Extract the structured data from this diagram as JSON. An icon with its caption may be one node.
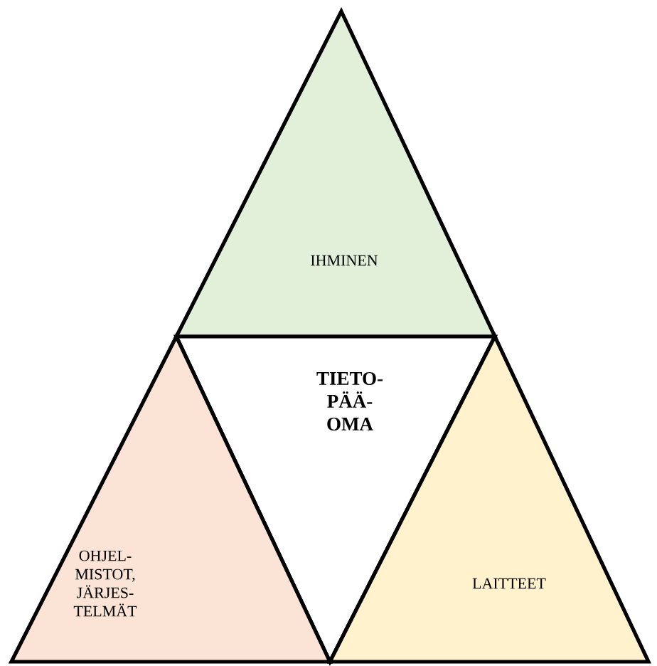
{
  "diagram": {
    "nodes": [
      {
        "text": [
          "IHMINEN"
        ]
      },
      {
        "text": [
          "TIETO- PÄÄ- OMA"
        ]
      },
      {
        "text": [
          "OHJEL- MISTOT, JÄRJES- TELMÄT"
        ]
      },
      {
        "text": [
          "LAITTEET"
        ]
      }
    ]
  }
}
